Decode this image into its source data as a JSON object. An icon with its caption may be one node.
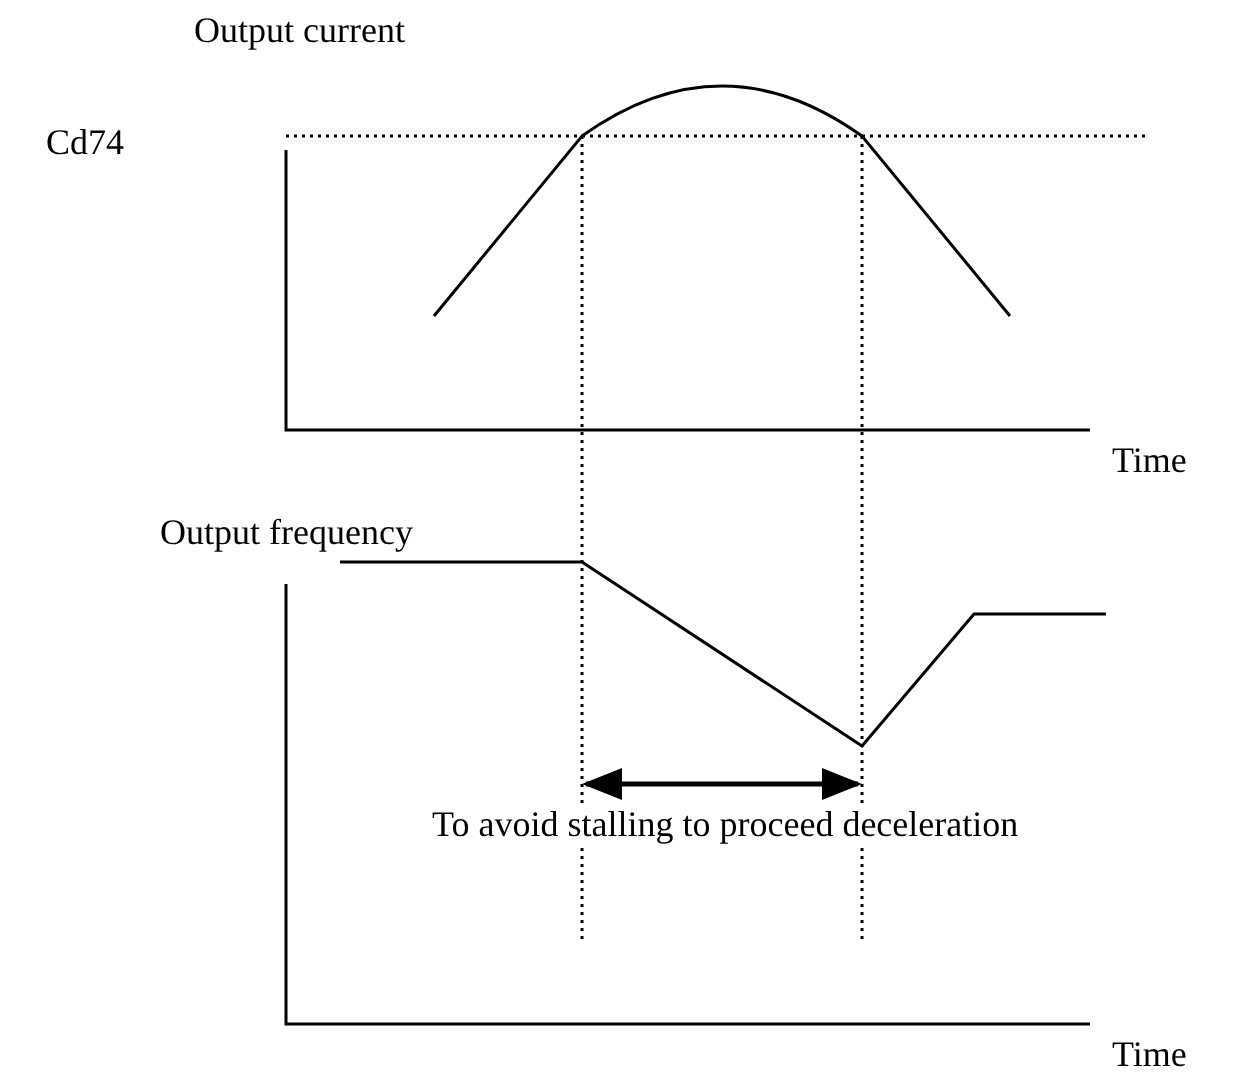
{
  "diagram": {
    "labels": [
      "Output current",
      "Cd74",
      "Time",
      "Output frequency",
      "To avoid stalling to proceed deceleration",
      "Time"
    ]
  }
}
